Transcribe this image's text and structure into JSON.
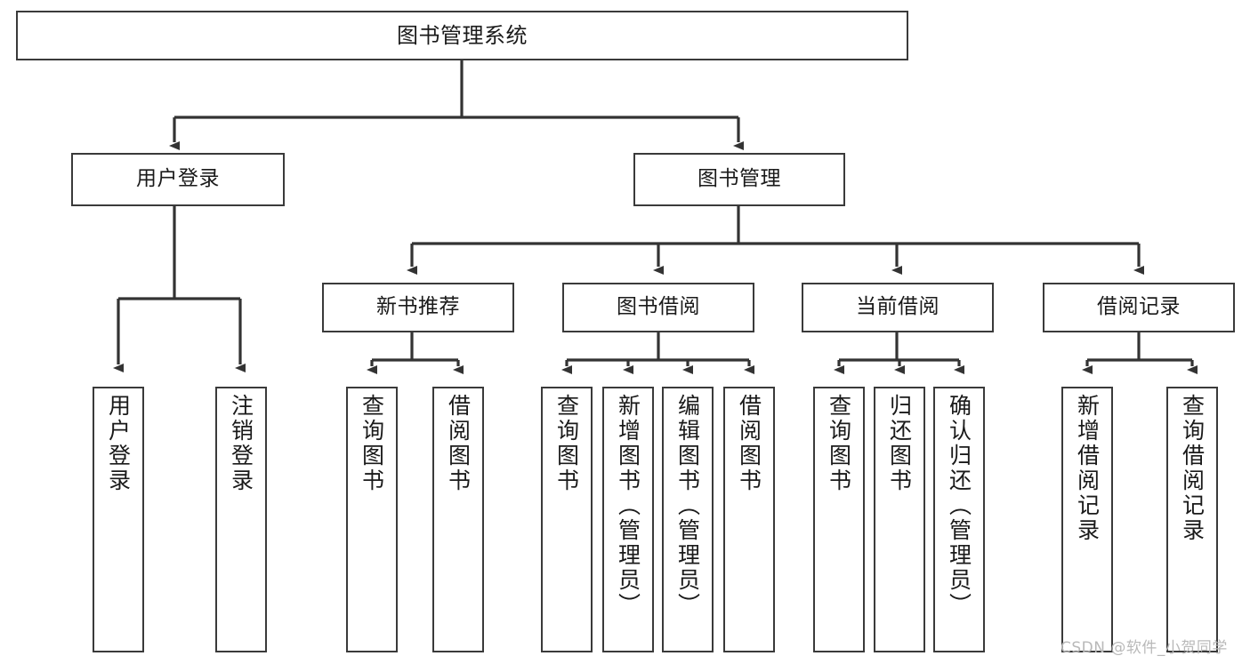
{
  "diagram": {
    "title": "图书管理系统",
    "type": "hierarchy-tree",
    "colors": {
      "box_border": "#3a3a3a",
      "box_fill": "#ffffff",
      "connector": "#333333",
      "text": "#1a1a1a",
      "watermark": "#b9b9b9",
      "background": "#ffffff"
    },
    "root": {
      "label": "图书管理系统",
      "orientation": "horizontal"
    },
    "level1": [
      {
        "label": "用户登录",
        "orientation": "horizontal"
      },
      {
        "label": "图书管理",
        "orientation": "horizontal"
      }
    ],
    "level2": [
      {
        "label": "新书推荐",
        "orientation": "horizontal"
      },
      {
        "label": "图书借阅",
        "orientation": "horizontal"
      },
      {
        "label": "当前借阅",
        "orientation": "horizontal"
      },
      {
        "label": "借阅记录",
        "orientation": "horizontal"
      }
    ],
    "leaves": {
      "user_login": [
        {
          "label": "用户登录",
          "orientation": "vertical"
        },
        {
          "label": "注销登录",
          "orientation": "vertical"
        }
      ],
      "new_book_recommend": [
        {
          "label": "查询图书",
          "orientation": "vertical"
        },
        {
          "label": "借阅图书",
          "orientation": "vertical"
        }
      ],
      "book_borrow": [
        {
          "label": "查询图书",
          "orientation": "vertical"
        },
        {
          "label": "新增图书（管理员）",
          "orientation": "vertical"
        },
        {
          "label": "编辑图书（管理员）",
          "orientation": "vertical"
        },
        {
          "label": "借阅图书",
          "orientation": "vertical"
        }
      ],
      "current_borrow": [
        {
          "label": "查询图书",
          "orientation": "vertical"
        },
        {
          "label": "归还图书",
          "orientation": "vertical"
        },
        {
          "label": "确认归还（管理员）",
          "orientation": "vertical"
        }
      ],
      "borrow_record": [
        {
          "label": "新增借阅记录",
          "orientation": "vertical"
        },
        {
          "label": "查询借阅记录",
          "orientation": "vertical"
        }
      ]
    },
    "watermark": "CSDN @软件_小贺同学"
  }
}
